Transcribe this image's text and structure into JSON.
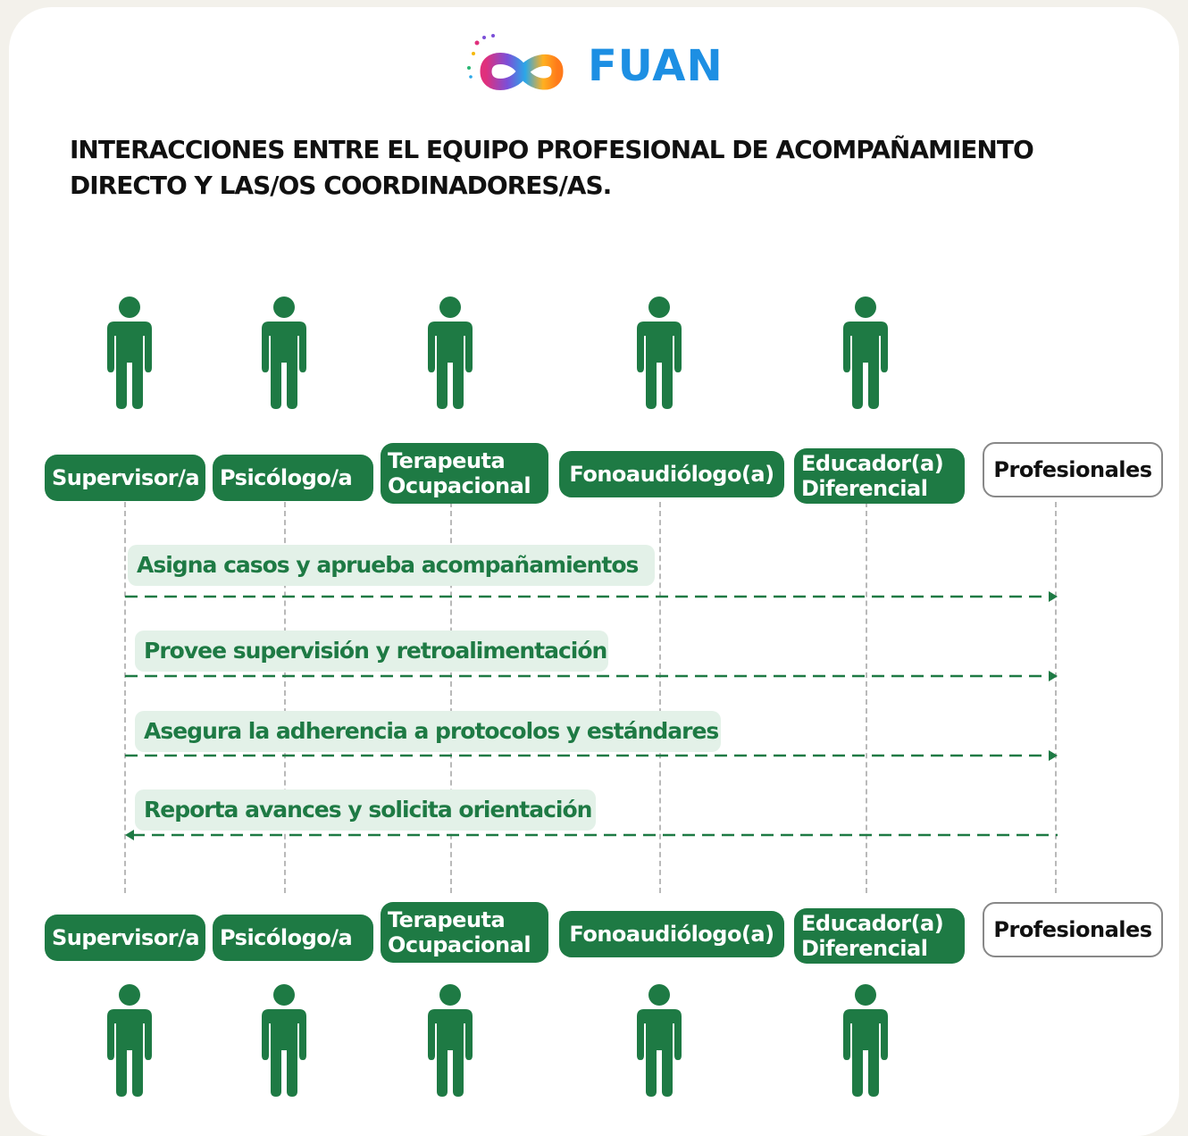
{
  "brand": {
    "name": "FUAN"
  },
  "title": "INTERACCIONES ENTRE EL EQUIPO PROFESIONAL DE ACOMPAÑAMIENTO DIRECTO Y LAS/OS COORDINADORES/AS.",
  "roles": [
    {
      "label": "Supervisor/a"
    },
    {
      "label": "Psicólogo/a"
    },
    {
      "label": "Terapeuta\nOcupacional"
    },
    {
      "label": "Fonoaudiólogo(a)"
    },
    {
      "label": "Educador(a)\nDiferencial"
    },
    {
      "label": "Profesionales"
    }
  ],
  "messages": [
    {
      "text": "Asigna casos y aprueba acompañamientos",
      "from": "Supervisor/a",
      "to": "Profesionales"
    },
    {
      "text": "Provee supervisión y retroalimentación",
      "from": "Supervisor/a",
      "to": "Profesionales"
    },
    {
      "text": "Asegura la adherencia a protocolos y estándares",
      "from": "Supervisor/a",
      "to": "Profesionales"
    },
    {
      "text": "Reporta avances y solicita orientación",
      "from": "Profesionales",
      "to": "Supervisor/a"
    }
  ],
  "colors": {
    "primary_green": "#1e7a44",
    "label_bg": "#e3f1e8",
    "brand_blue": "#1d8fe3"
  },
  "icons": {
    "actor": "person-icon"
  }
}
